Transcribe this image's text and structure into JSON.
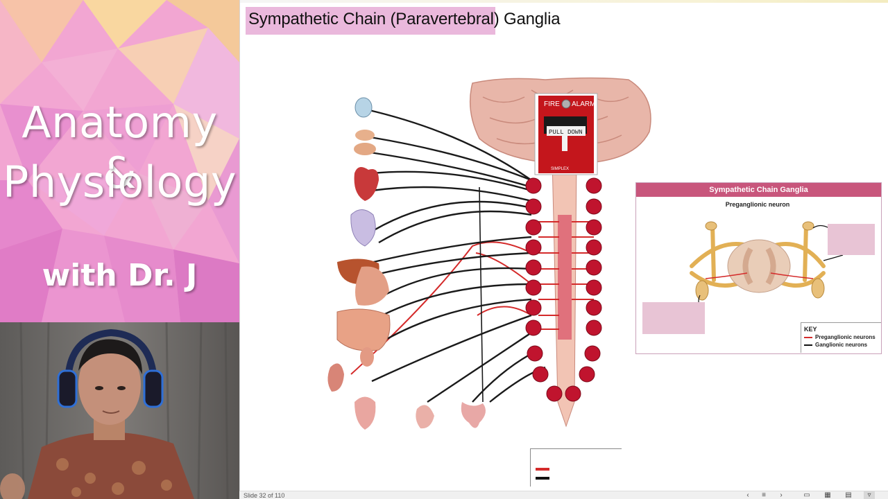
{
  "branding": {
    "line1": "Anatomy &",
    "line2": "Physiology",
    "subtitle": "with Dr. J"
  },
  "slide": {
    "title": "Sympathetic Chain (Paravertebral) Ganglia",
    "fire_alarm": {
      "left_word": "FIRE",
      "right_word": "ALARM",
      "pull_label": "PULL DOWN",
      "brand": "SIMPLEX"
    },
    "inset": {
      "header": "Sympathetic Chain Ganglia",
      "preganglionic_label": "Preganglionic neuron",
      "key_title": "KEY",
      "key_items": [
        {
          "label": "Preganglionic neurons",
          "color": "#d42a2a"
        },
        {
          "label": "Ganglionic neurons",
          "color": "#111111"
        }
      ]
    },
    "mini_legend_colors": [
      "#d42a2a",
      "#111111"
    ]
  },
  "statusbar": {
    "slide_count": "Slide 32 of 110",
    "icons": [
      "prev-icon",
      "notes-icon",
      "next-icon",
      "normal-view-icon",
      "slide-sorter-icon",
      "reading-view-icon",
      "slideshow-icon"
    ]
  },
  "colors": {
    "accent_pink": "#eab8dc",
    "inset_header": "#c8567c",
    "ganglion_red": "#c0142e",
    "preganglionic": "#d42a2a",
    "ganglionic": "#111111"
  }
}
